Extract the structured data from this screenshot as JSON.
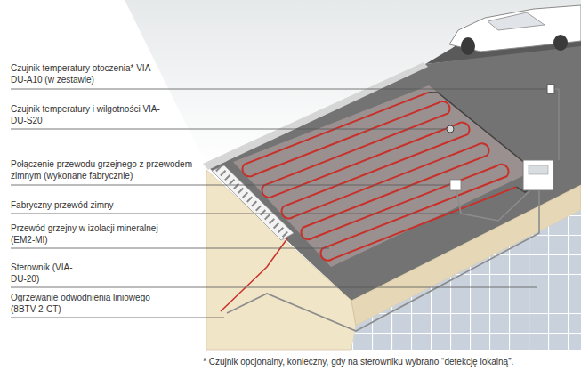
{
  "diagram": {
    "labels": [
      "Czujnik temperatury otoczenia* VIA-DU-A10 (w zestawie)",
      "Czujnik temperatury i wilgotności VIA-DU-S20",
      "Połączenie przewodu grzejnego z przewodem zimnym (wykonane fabrycznie)",
      "Fabryczny przewód zimny",
      "Przewód grzejny w izolacji mineralnej (EM2-MI)",
      "Sterownik (VIA-DU-20)",
      "Ogrzewanie odwodnienia liniowego (8BTV-2-CT)",
      "* Czujnik opcjonalny, konieczny, gdy na sterowniku wybrano “detekcję lokalną”."
    ]
  }
}
